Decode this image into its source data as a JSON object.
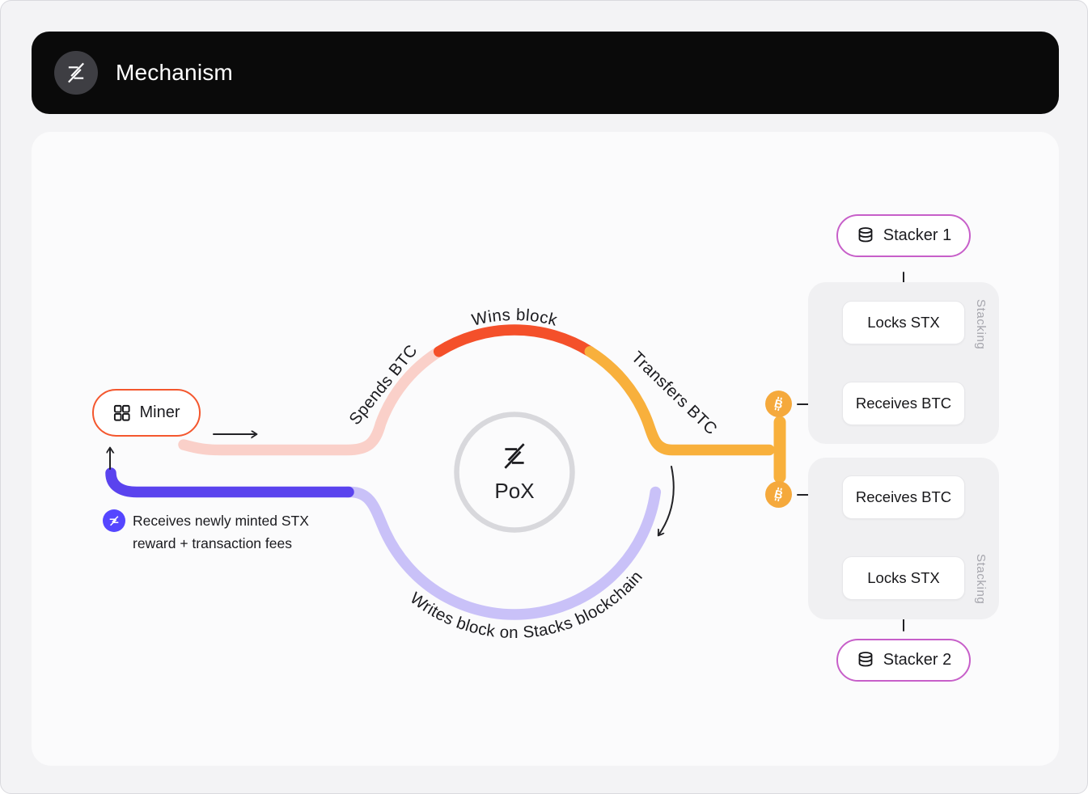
{
  "header": {
    "title": "Mechanism",
    "logo_icon": "stacks-logo"
  },
  "diagram": {
    "miner": {
      "label": "Miner"
    },
    "miner_icon": "grid-icon",
    "center": {
      "logo_icon": "stacks-logo",
      "label": "PoX"
    },
    "flow_labels": {
      "spends": "Spends BTC",
      "wins": "Wins block",
      "transfers": "Transfers BTC",
      "writes": "Writes block on Stacks blockchain"
    },
    "reward_note": {
      "line1": "Receives newly minted STX",
      "line2": "reward + transaction fees"
    },
    "btc_icon": "bitcoin-icon",
    "stx_icon": "stx-token-icon",
    "stackers": [
      {
        "name": "Stacker 1",
        "icon": "database-icon",
        "steps": [
          "Locks STX",
          "Receives BTC"
        ],
        "group_label": "Stacking"
      },
      {
        "name": "Stacker 2",
        "icon": "database-icon",
        "steps": [
          "Receives BTC",
          "Locks STX"
        ],
        "group_label": "Stacking"
      }
    ]
  },
  "colors": {
    "header_bg": "#0a0a0a",
    "page_bg": "#f3f3f5",
    "panel_bg": "#fbfbfc",
    "pink": "#fad0c9",
    "red": "#f4502a",
    "yellow": "#f8b03c",
    "lavender": "#c9c1f8",
    "purple": "#5a43ee",
    "stx_purple": "#5546ff",
    "btc_orange": "#f5a93c",
    "miner_border": "#f4572e",
    "stacker_border": "#c75fc9",
    "ink": "#1b1b1f",
    "muted": "#a6a6ad"
  }
}
